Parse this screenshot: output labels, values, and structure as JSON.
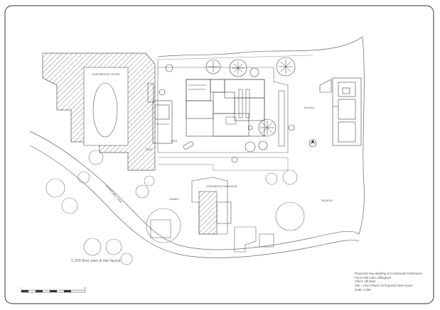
{
  "title_block": {
    "line1": "Proposed new dwelling at Crossbrook Farmhouse",
    "line2": "Purris Mill Lane, Effingham",
    "line3": "Client: Ulli East",
    "line4": "Site + Floor Plans of Proposed New House",
    "line5": "Scale 1:200"
  },
  "caption": "1:200 floor plan & site layout",
  "labels": {
    "northbrook_house": "NORTHBROOK HOUSE",
    "purris_mill_lane": "PURRIS MILL LANE",
    "first_floor": "first floor",
    "paddock": "PADDOCK",
    "crossbrook_farmhouse": "CROSSBROOK FARMHOUSE",
    "yard": "YARD",
    "garden": "GARDEN",
    "track": "TRACK"
  },
  "scale_bar": {
    "ticks": [
      "0",
      "10"
    ]
  }
}
